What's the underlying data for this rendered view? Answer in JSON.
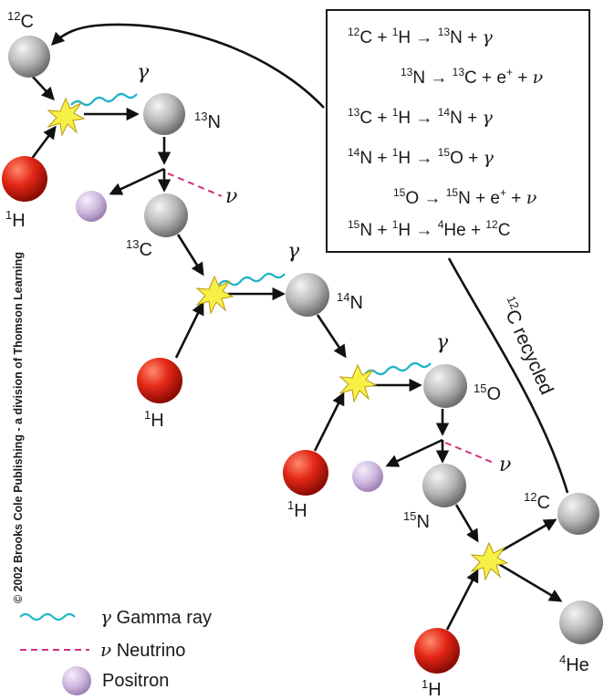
{
  "equations": [
    {
      "a": "12",
      "b": "C + ",
      "c": "1",
      "d": "H → ",
      "e": "13",
      "f": "N + ",
      "g": "γ",
      "h": ""
    },
    {
      "a": "",
      "b": "",
      "c": "13",
      "d": "N → ",
      "e": "13",
      "f": "C + e",
      "g": "",
      "h": "+ + ν",
      "sup": "+"
    },
    {
      "a": "13",
      "b": "C + ",
      "c": "1",
      "d": "H → ",
      "e": "14",
      "f": "N + ",
      "g": "γ",
      "h": ""
    },
    {
      "a": "14",
      "b": "N + ",
      "c": "1",
      "d": "H → ",
      "e": "15",
      "f": "O + ",
      "g": "γ",
      "h": ""
    },
    {
      "a": "",
      "b": "",
      "c": "15",
      "d": "O → ",
      "e": "15",
      "f": "N + e",
      "g": "",
      "h": "+ + ν",
      "sup": "+"
    },
    {
      "a": "15",
      "b": "N + ",
      "c": "1",
      "d": "H → ",
      "e": "4",
      "f": "He + ",
      "g": "12",
      "h": "C"
    }
  ],
  "eq_text": {
    "r1": {
      "p1": "12",
      "t1": "C + ",
      "p2": "1",
      "t2": "H ",
      "p3": "13",
      "t3": "N + ",
      "g": "γ"
    },
    "r2": {
      "p1": "13",
      "t1": "N ",
      "p2": "13",
      "t2": "C + e",
      "s": "+",
      "t3": " + ",
      "g": "ν"
    },
    "r3": {
      "p1": "13",
      "t1": "C + ",
      "p2": "1",
      "t2": "H ",
      "p3": "14",
      "t3": "N + ",
      "g": "γ"
    },
    "r4": {
      "p1": "14",
      "t1": "N + ",
      "p2": "1",
      "t2": "H ",
      "p3": "15",
      "t3": "O + ",
      "g": "γ"
    },
    "r5": {
      "p1": "15",
      "t1": "O ",
      "p2": "15",
      "t2": "N + e",
      "s": "+",
      "t3": " + ",
      "g": "ν"
    },
    "r6": {
      "p1": "15",
      "t1": "N + ",
      "p2": "1",
      "t2": "H ",
      "p3": "4",
      "t3": "He + ",
      "p4": "12",
      "t4": "C"
    }
  },
  "labels": {
    "c12_top": {
      "mass": "12",
      "sym": "C"
    },
    "h1_a": {
      "mass": "1",
      "sym": "H"
    },
    "n13": {
      "mass": "13",
      "sym": "N"
    },
    "c13": {
      "mass": "13",
      "sym": "C"
    },
    "h1_b": {
      "mass": "1",
      "sym": "H"
    },
    "n14": {
      "mass": "14",
      "sym": "N"
    },
    "o15": {
      "mass": "15",
      "sym": "O"
    },
    "h1_c": {
      "mass": "1",
      "sym": "H"
    },
    "n15": {
      "mass": "15",
      "sym": "N"
    },
    "c12_bottom": {
      "mass": "12",
      "sym": "C"
    },
    "h1_d": {
      "mass": "1",
      "sym": "H"
    },
    "he4": {
      "mass": "4",
      "sym": "He"
    },
    "gamma": "γ",
    "nu": "ν",
    "recycled": {
      "mass": "12",
      "text": "C recycled"
    }
  },
  "legend": {
    "gamma_symbol": "γ",
    "gamma_label": "Gamma ray",
    "nu_symbol": "ν",
    "nu_label": "Neutrino",
    "positron_label": "Positron"
  },
  "copyright": "© 2002 Brooks Cole Publishing - a division of Thomson Learning",
  "colors": {
    "carbon_nitrogen_oxygen": "#b5b5b5",
    "hydrogen": "#e02a1a",
    "positron": "#cbb6dc",
    "flash": "#f7f046",
    "gamma": "#1fb4c8",
    "neutrino": "#d0307f"
  }
}
